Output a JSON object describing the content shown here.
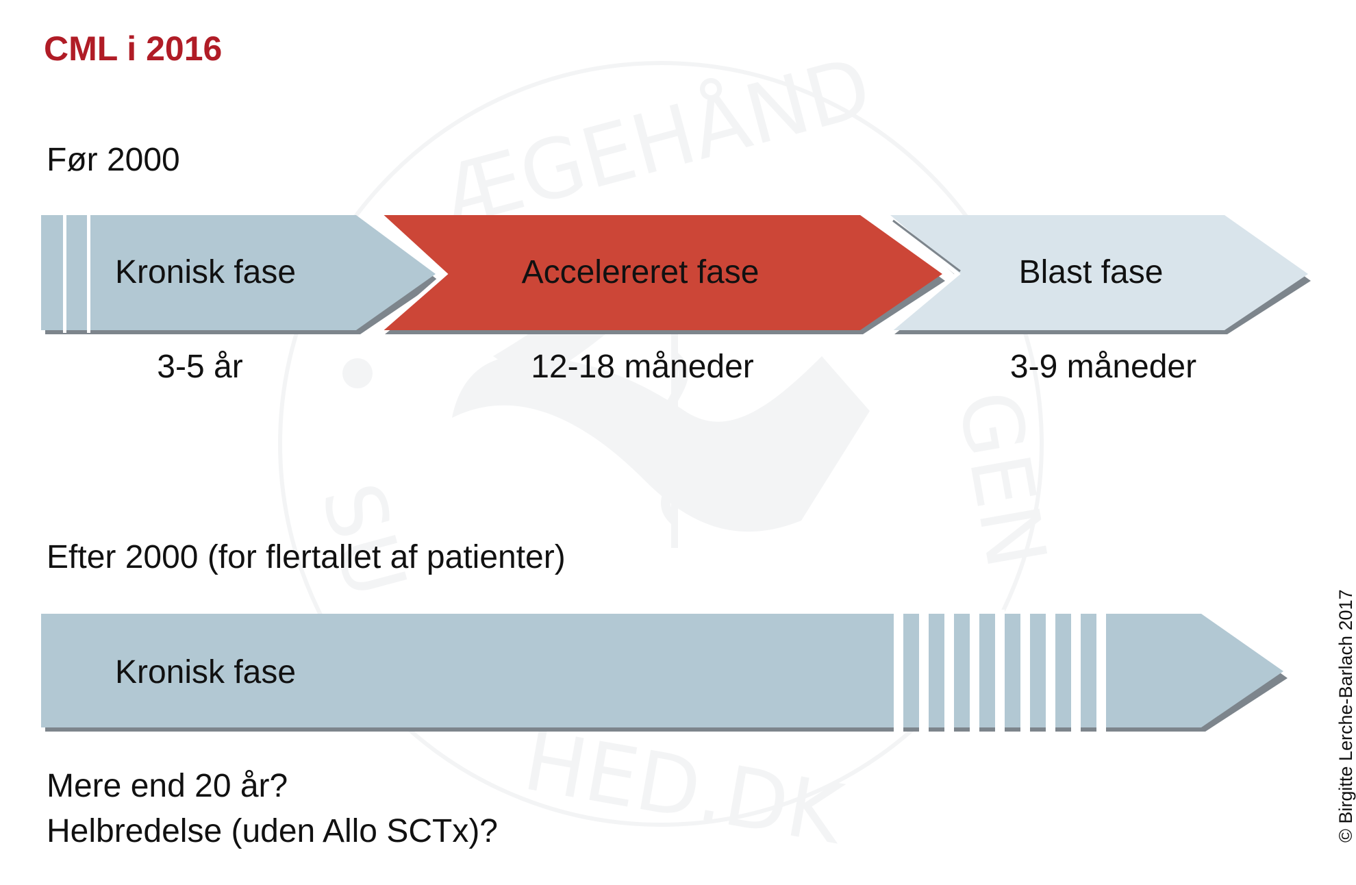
{
  "title": "CML i 2016",
  "sections": {
    "before": {
      "heading": "Før 2000",
      "phases": [
        {
          "label": "Kronisk fase",
          "duration": "3-5 år"
        },
        {
          "label": "Accelereret fase",
          "duration": "12-18 måneder"
        },
        {
          "label": "Blast fase",
          "duration": "3-9 måneder"
        }
      ]
    },
    "after": {
      "heading": "Efter 2000 (for flertallet af patienter)",
      "phase_label": "Kronisk fase",
      "questions": [
        "Mere end 20 år?",
        "Helbredelse (uden Allo SCTx)?"
      ]
    }
  },
  "copyright": "© Birgitte Lerche-Barlach 2017",
  "watermark": {
    "icon": "caduceus-seal-watermark"
  },
  "colors": {
    "title": "#b01c26",
    "chronic": "#b2c8d3",
    "accelerated": "#cc4637",
    "blast": "#d9e4eb",
    "shadow": "#7d858c",
    "watermark": "#f3f4f5"
  }
}
